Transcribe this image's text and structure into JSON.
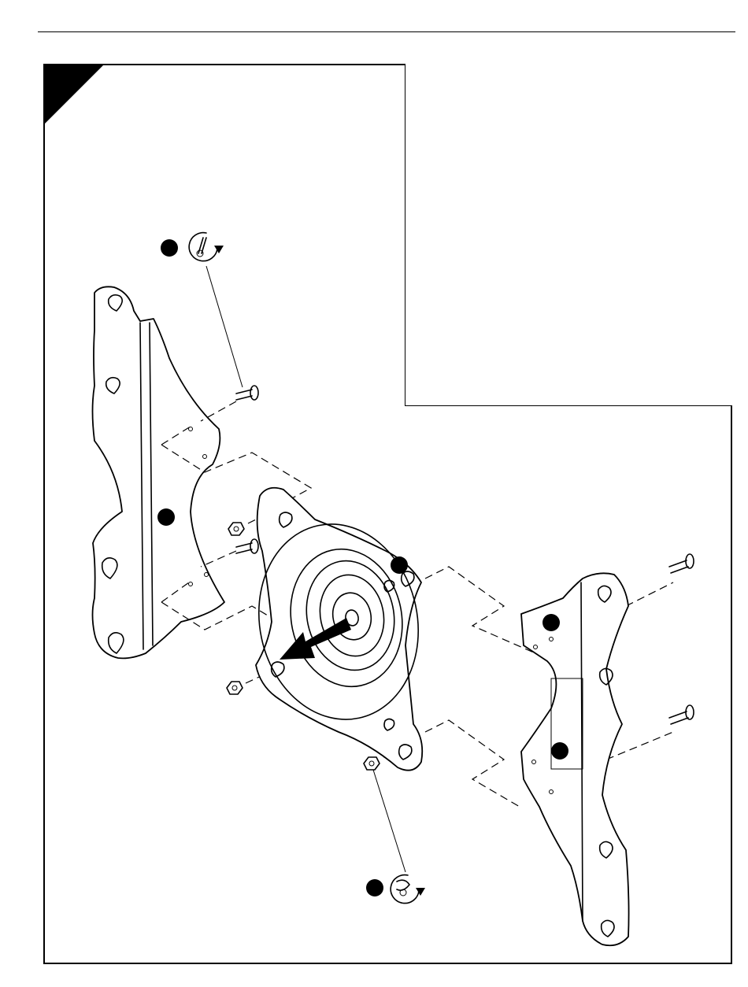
{
  "document": {
    "step_tab_color": "#000000",
    "line_color": "#000000",
    "background": "#ffffff"
  },
  "callouts": [
    {
      "name": "callout-bolt-torque",
      "icon": "screwdriver-rotate-icon"
    },
    {
      "name": "callout-left-bracket"
    },
    {
      "name": "callout-center-plate"
    },
    {
      "name": "callout-right-bracket-upper"
    },
    {
      "name": "callout-right-bracket-lower"
    },
    {
      "name": "callout-nut-torque",
      "icon": "wrench-rotate-icon"
    }
  ],
  "inset": {
    "content": ""
  }
}
